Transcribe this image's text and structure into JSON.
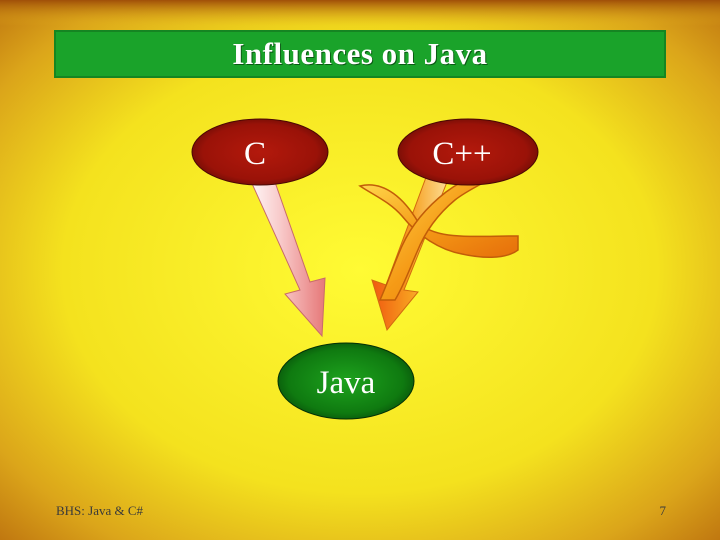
{
  "slide": {
    "title": "Influences on Java",
    "footer_left": "BHS: Java & C#",
    "page_number": "7"
  },
  "diagram": {
    "nodes": [
      {
        "id": "c",
        "label": "C"
      },
      {
        "id": "cpp",
        "label": "C++"
      },
      {
        "id": "java",
        "label": "Java"
      }
    ],
    "edges": [
      {
        "from": "C",
        "to": "Java"
      },
      {
        "from": "C++",
        "to": "Java"
      }
    ]
  },
  "colors": {
    "title_bar": "#1aa32a",
    "background_center": "#fffa33",
    "background_edge": "#b8620c",
    "source_node": "#a5160a",
    "target_node": "#0f7a10",
    "arrow_from_c": "#f4a8a8",
    "arrow_from_cpp": "#f39a1a",
    "cross_shape": "#f7a020"
  },
  "icons": {
    "cross_decoration": "x-cross-shape"
  }
}
